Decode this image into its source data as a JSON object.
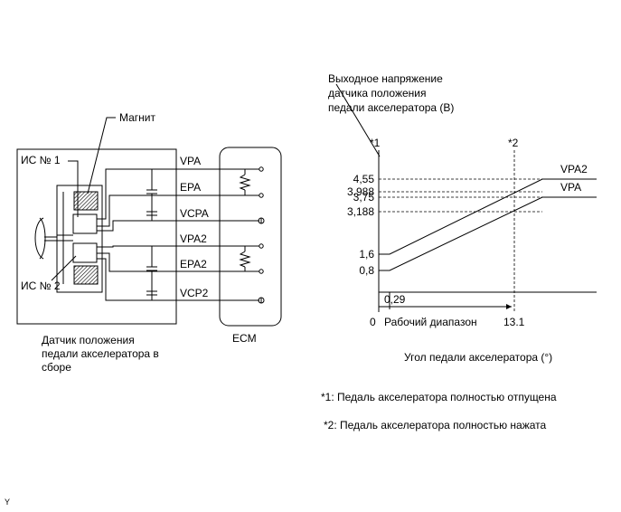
{
  "circuit": {
    "magnet_label": "Магнит",
    "ic1_label": "ИС № 1",
    "ic2_label": "ИС № 2",
    "terminals": [
      "VPA",
      "EPA",
      "VCPA",
      "VPA2",
      "EPA2",
      "VCP2"
    ],
    "ecm_label": "ECM",
    "assembly_label_lines": [
      "Датчик положения",
      "педали акселератора в",
      "сборе"
    ]
  },
  "chart_data": {
    "type": "line",
    "ylabel_lines": [
      "Выходное напряжение",
      "датчика положения",
      "педали акселератора (В)"
    ],
    "xlabel": "Угол педали акселератора (°)",
    "marker1": "*1",
    "marker2": "*2",
    "y_ticks": [
      "4,55",
      "3,988",
      "3,75",
      "3,188",
      "1,6",
      "0,8"
    ],
    "x_ticks": [
      "0",
      "0,29",
      "13.1"
    ],
    "range_label": "Рабочий диапазон",
    "series": [
      {
        "name": "VPA2",
        "points": [
          [
            0,
            1.6
          ],
          [
            0.29,
            1.6
          ],
          [
            13.1,
            3.988
          ],
          [
            13.1,
            4.55
          ],
          [
            16,
            4.55
          ]
        ]
      },
      {
        "name": "VPA",
        "points": [
          [
            0,
            0.8
          ],
          [
            0.29,
            0.8
          ],
          [
            13.1,
            3.188
          ],
          [
            13.1,
            3.75
          ],
          [
            16,
            3.75
          ]
        ]
      }
    ]
  },
  "notes": {
    "note1": "*1: Педаль акселератора полностью отпущена",
    "note2": "*2: Педаль акселератора полностью нажата"
  },
  "corner_mark": "Y"
}
